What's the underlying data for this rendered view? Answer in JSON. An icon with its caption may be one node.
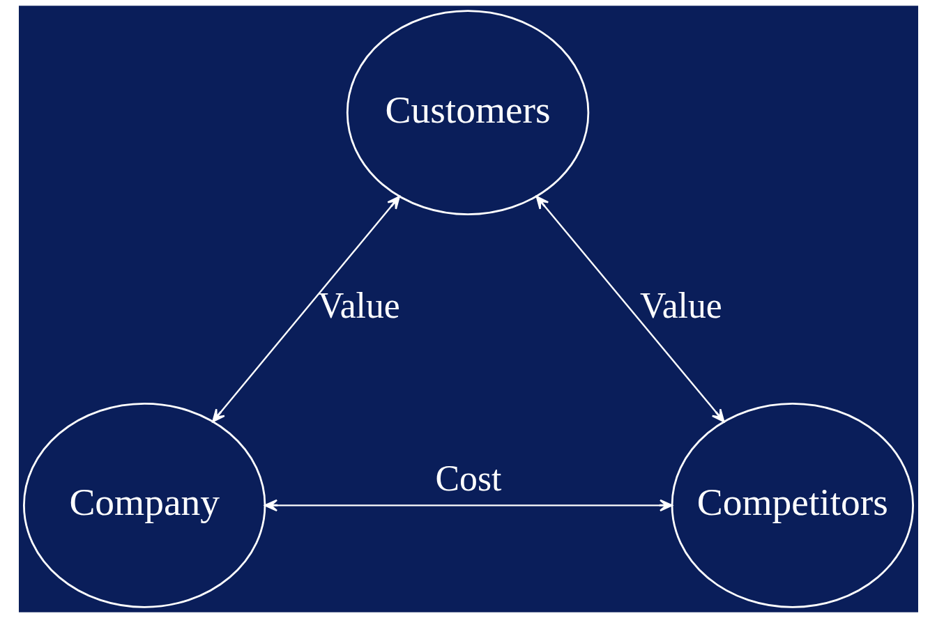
{
  "diagram": {
    "nodes": [
      {
        "text": [
          "Customers"
        ]
      },
      {
        "text": [
          "Company"
        ]
      },
      {
        "text": [
          "Competitors"
        ]
      }
    ],
    "edges": [
      {
        "from": 0,
        "to": 1,
        "arrow": "both",
        "label": "Value"
      },
      {
        "from": 0,
        "to": 2,
        "arrow": "both",
        "label": "Value"
      },
      {
        "from": 1,
        "to": 2,
        "arrow": "both",
        "label": "Cost"
      }
    ]
  }
}
